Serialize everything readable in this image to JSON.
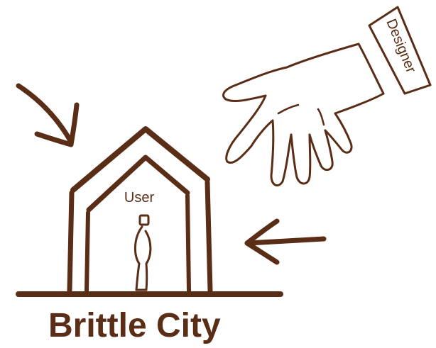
{
  "diagram": {
    "title": "Brittle City",
    "house_label": "User",
    "hand_cuff_label": "Designer"
  },
  "colors": {
    "ink": "#5a2d16",
    "background": "#ffffff"
  },
  "icons": {
    "hand": "designer-hand-icon",
    "house": "house-icon",
    "person": "user-figure-icon",
    "arrow_top_left": "arrow-down-right-icon",
    "arrow_right": "arrow-left-icon"
  }
}
